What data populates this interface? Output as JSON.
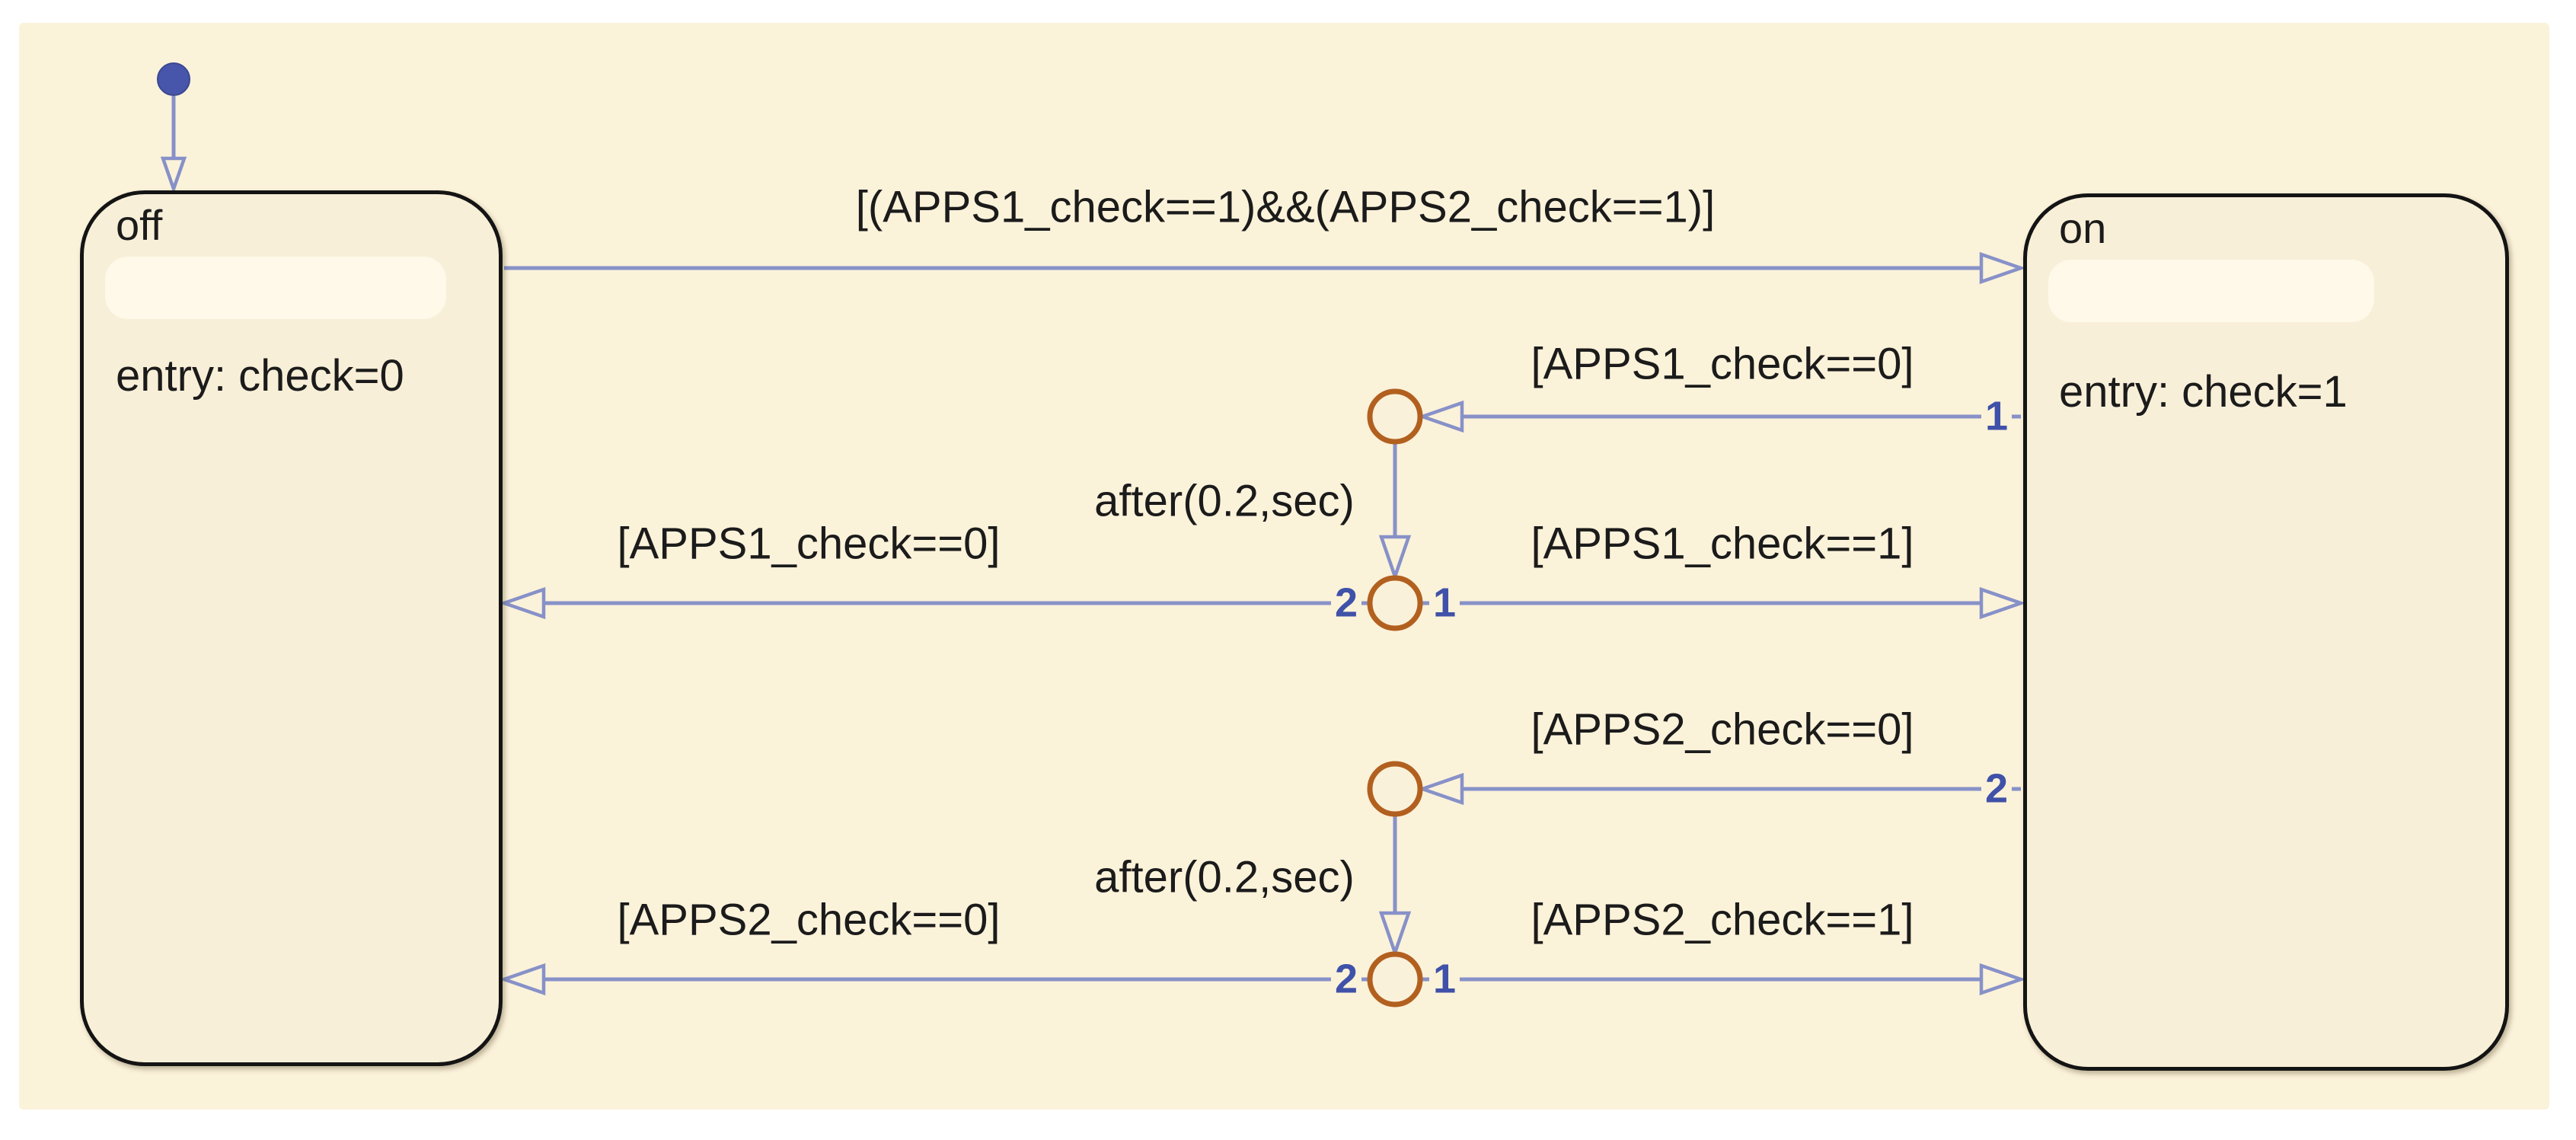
{
  "canvas": {
    "background": "#fbf2da",
    "page_background": "#ffffff"
  },
  "colors": {
    "transition_line": "#8791c8",
    "junction_ring": "#b2601f",
    "junction_fill": "#faf1da",
    "priority_number": "#3f51a8",
    "initial_dot": "#4756ab",
    "state_border": "#141414",
    "state_fill": "#f8efd8",
    "label_text": "#1b1b1b"
  },
  "states": {
    "off": {
      "title": "off",
      "body": "entry: check=0"
    },
    "on": {
      "title": "on",
      "body": "entry: check=1"
    }
  },
  "transitions": {
    "off_to_on": {
      "label": "[(APPS1_check==1)&&(APPS2_check==1)]"
    },
    "on_to_junction_a1": {
      "label": "[APPS1_check==0]",
      "priority": "1"
    },
    "junction_a1_to_a2": {
      "label": "after(0.2,sec)"
    },
    "junction_a2_to_off": {
      "label": "[APPS1_check==0]",
      "priority": "2"
    },
    "junction_a2_to_on": {
      "label": "[APPS1_check==1]",
      "priority": "1"
    },
    "on_to_junction_b1": {
      "label": "[APPS2_check==0]",
      "priority": "2"
    },
    "junction_b1_to_b2": {
      "label": "after(0.2,sec)"
    },
    "junction_b2_to_off": {
      "label": "[APPS2_check==0]",
      "priority": "2"
    },
    "junction_b2_to_on": {
      "label": "[APPS2_check==1]",
      "priority": "1"
    }
  }
}
